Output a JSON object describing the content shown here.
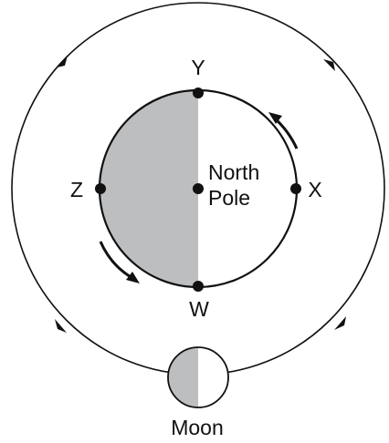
{
  "diagram": {
    "labels": {
      "y": "Y",
      "z": "Z",
      "x": "X",
      "w": "W",
      "north": "North",
      "pole": "Pole",
      "moon": "Moon"
    },
    "colors": {
      "stroke": "#111111",
      "shade": "#bcbec0",
      "background": "#ffffff"
    }
  }
}
